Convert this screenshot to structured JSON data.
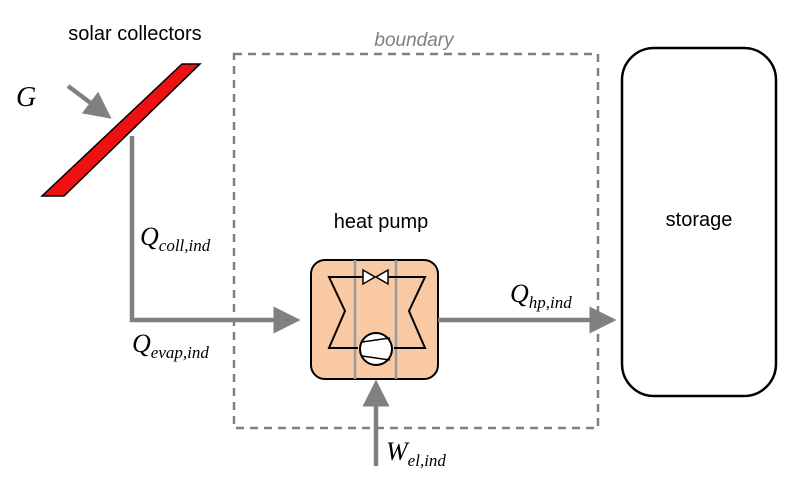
{
  "labels": {
    "solar_collectors": "solar collectors",
    "boundary": "boundary",
    "heat_pump": "heat pump",
    "storage": "storage",
    "irradiance": "G",
    "q_coll_main": "Q",
    "q_coll_sub": "coll,ind",
    "q_evap_main": "Q",
    "q_evap_sub": "evap,ind",
    "q_hp_main": "Q",
    "q_hp_sub": "hp,ind",
    "w_el_main": "W",
    "w_el_sub": "el,ind"
  },
  "colors": {
    "collector": "#ee1111",
    "heat_pump_fill": "#f9c9a4",
    "flow_arrow": "#808080",
    "boundary": "#808080",
    "boundary_label": "#808080",
    "outline": "#000000"
  }
}
